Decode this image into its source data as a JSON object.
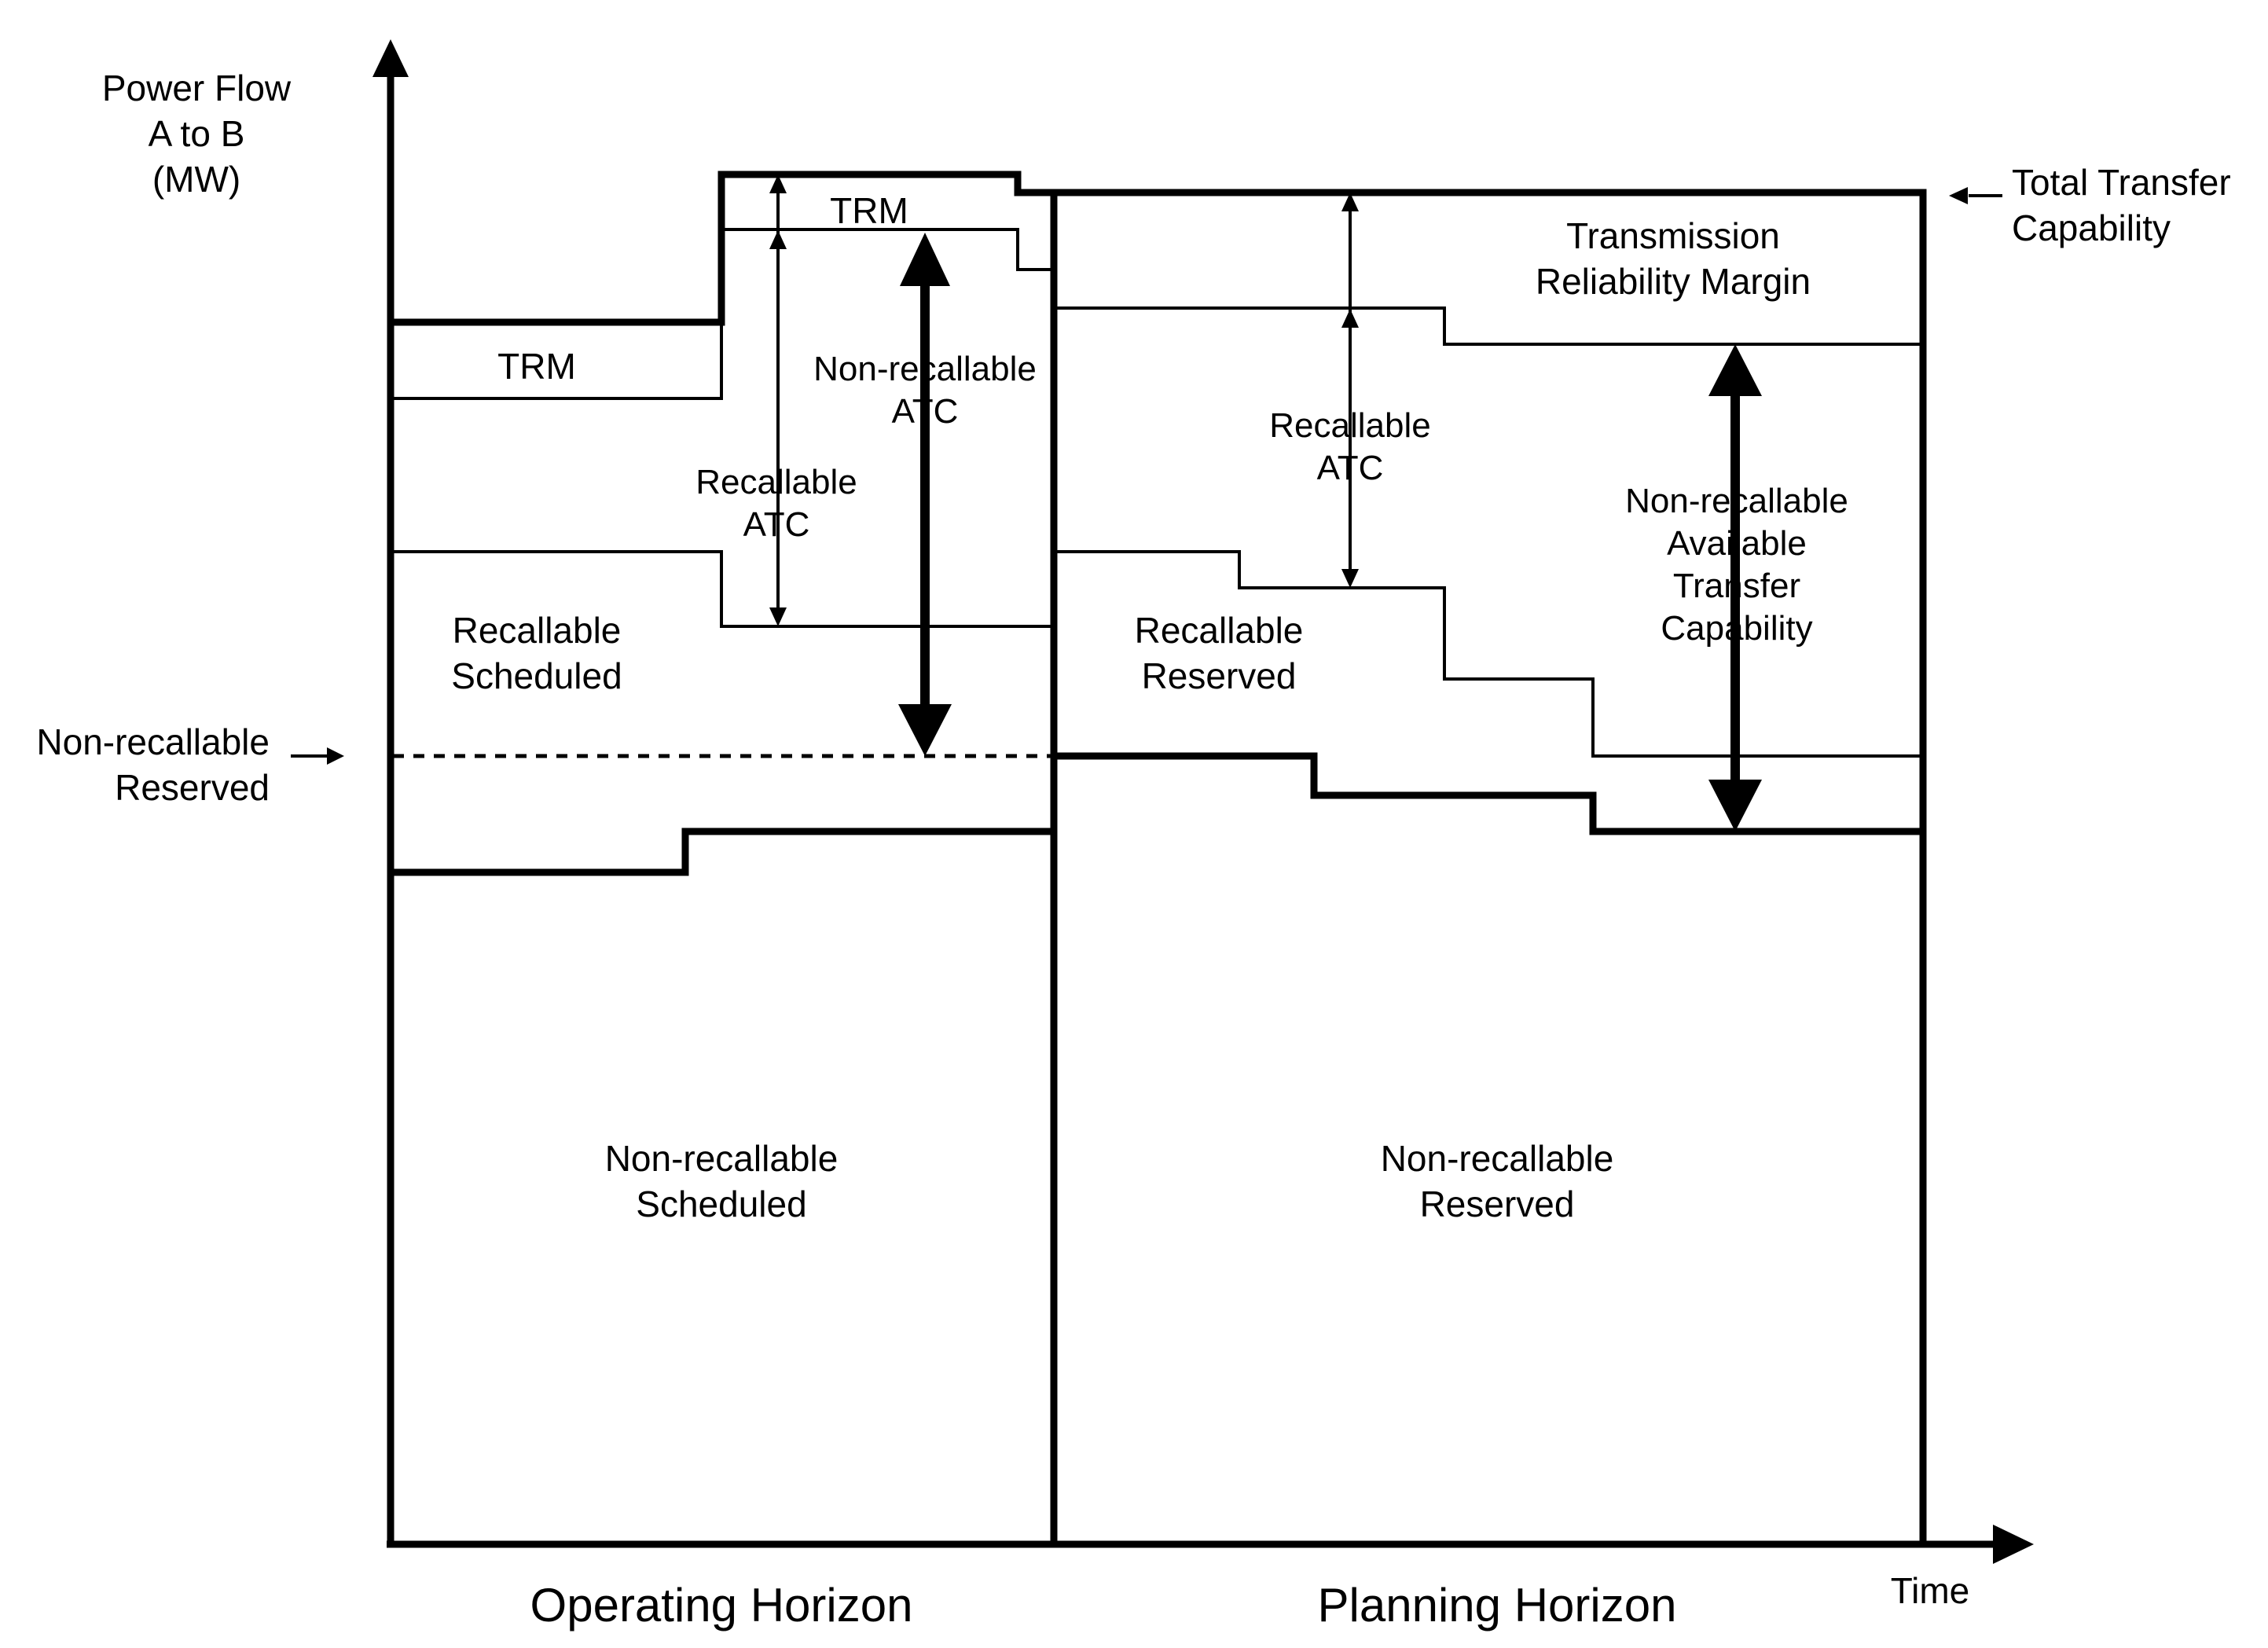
{
  "axes": {
    "y_label_lines": [
      "Power Flow",
      "A to B",
      "(MW)"
    ],
    "x_label": "Time"
  },
  "horizons": {
    "operating": "Operating Horizon",
    "planning": "Planning Horizon"
  },
  "callouts": {
    "total_transfer_capability": [
      "Total Transfer",
      "Capability"
    ],
    "non_recallable_reserved_left": [
      "Non-recallable",
      "Reserved"
    ]
  },
  "regions": {
    "trm_left": "TRM",
    "trm_top": "TRM",
    "transmission_reliability_margin": [
      "Transmission",
      "Reliability Margin"
    ],
    "recallable_scheduled": [
      "Recallable",
      "Scheduled"
    ],
    "recallable_reserved": [
      "Recallable",
      "Reserved"
    ],
    "non_recallable_scheduled": [
      "Non-recallable",
      "Scheduled"
    ],
    "non_recallable_reserved": [
      "Non-recallable",
      "Reserved"
    ],
    "recallable_atc_left": [
      "Recallable",
      "ATC"
    ],
    "non_recallable_atc": [
      "Non-recallable",
      "ATC"
    ],
    "recallable_atc_right": [
      "Recallable",
      "ATC"
    ],
    "non_recallable_available_transfer_capability": [
      "Non-recallable",
      "Available",
      "Transfer",
      "Capability"
    ]
  }
}
